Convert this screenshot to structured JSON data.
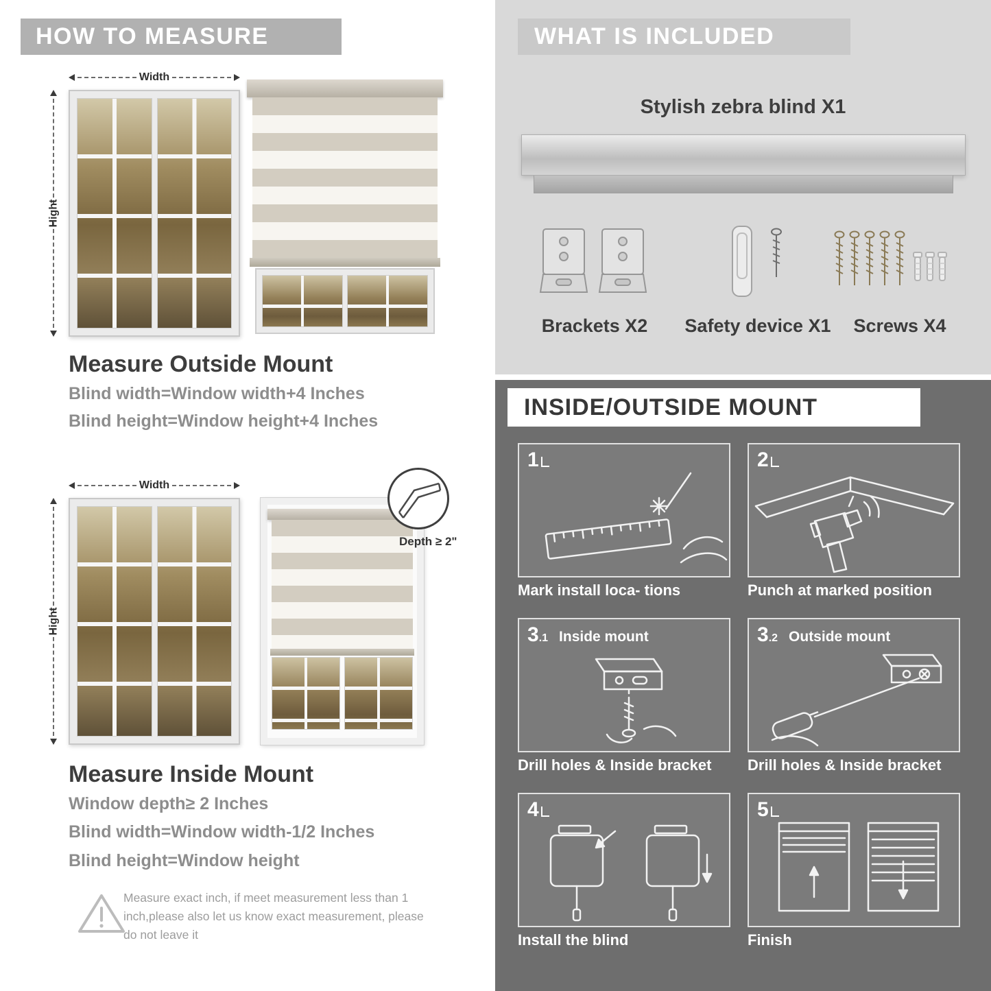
{
  "left": {
    "header": "HOW TO MEASURE",
    "outside": {
      "width_label": "Width",
      "height_label": "Hight",
      "title": "Measure Outside Mount",
      "formulas": [
        "Blind width=Window width+4 Inches",
        "Blind height=Window height+4 Inches"
      ]
    },
    "inside": {
      "width_label": "Width",
      "height_label": "Hight",
      "depth_label": "Depth ≥ 2\"",
      "title": "Measure Inside Mount",
      "formulas": [
        "Window depth≥ 2 Inches",
        "Blind width=Window width-1/2 Inches",
        "Blind height=Window height"
      ]
    },
    "note": "Measure exact inch, if meet measurement less than 1 inch,please also let us know exact measurement, please do not leave it"
  },
  "included": {
    "header": "WHAT IS INCLUDED",
    "blind_label": "Stylish zebra blind X1",
    "items": [
      "Brackets X2",
      "Safety device X1",
      "Screws X4"
    ]
  },
  "mount": {
    "header": "INSIDE/OUTSIDE MOUNT",
    "steps": [
      {
        "num": "1",
        "sub": "",
        "title": "",
        "caption": "Mark install loca- tions"
      },
      {
        "num": "2",
        "sub": "",
        "title": "",
        "caption": "Punch at  marked position"
      },
      {
        "num": "3",
        "sub": ".1",
        "title": "Inside mount",
        "caption": "Drill holes &  Inside bracket"
      },
      {
        "num": "3",
        "sub": ".2",
        "title": "Outside mount",
        "caption": "Drill holes &  Inside bracket"
      },
      {
        "num": "4",
        "sub": "",
        "title": "",
        "caption": "Install the blind"
      },
      {
        "num": "5",
        "sub": "",
        "title": "",
        "caption": "Finish"
      }
    ]
  }
}
